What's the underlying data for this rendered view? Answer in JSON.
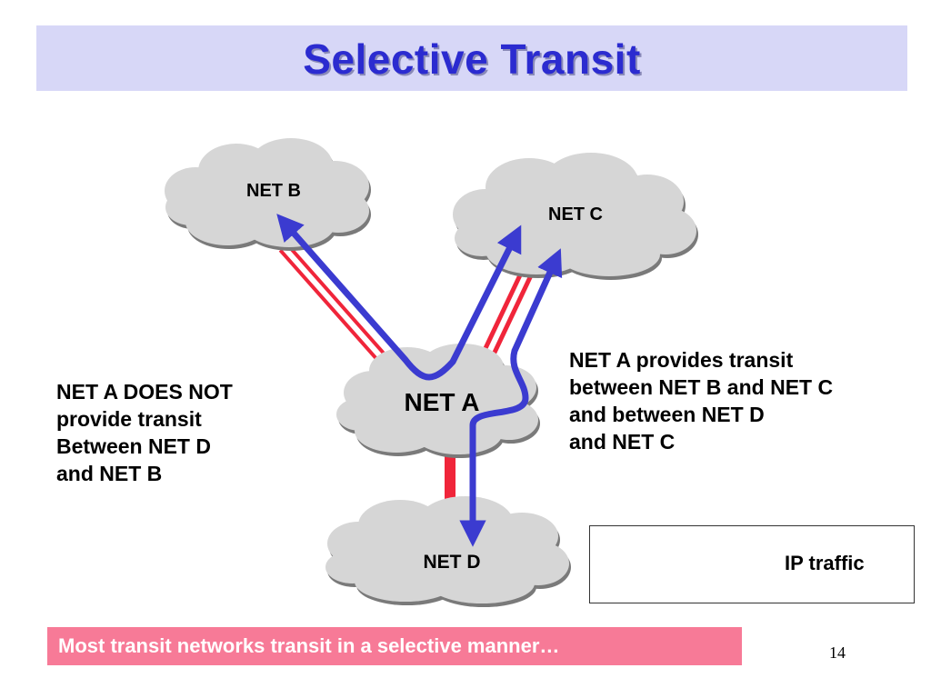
{
  "slide": {
    "title": "Selective Transit",
    "page_number": "14"
  },
  "networks": {
    "net_a": "NET A",
    "net_b": "NET B",
    "net_c": "NET C",
    "net_d": "NET D"
  },
  "notes": {
    "left": "NET A DOES NOT\nprovide transit\nBetween NET D\nand NET B",
    "right": "NET A provides transit\nbetween NET B and NET C\nand between NET D\nand NET C"
  },
  "legend": {
    "label": "IP traffic"
  },
  "footer": {
    "text": "Most transit networks transit in a selective manner…"
  },
  "colors": {
    "title_text": "#2b2bd0",
    "title_bg": "#d7d7f7",
    "cloud_fill": "#d6d6d6",
    "link_line": "#f0253a",
    "traffic_arrow": "#3b3bd0",
    "footer_bg": "#f77a97"
  }
}
